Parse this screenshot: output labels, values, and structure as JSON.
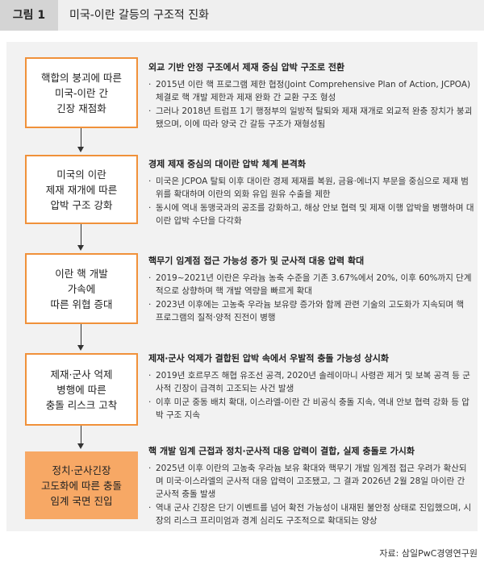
{
  "header": {
    "figure_label": "그림 1",
    "title": "미국-이란 갈등의 구조적 진화"
  },
  "steps": [
    {
      "box": "핵합의 붕괴에 따른\n미국-이란 간\n긴장 재점화",
      "heading": "외교 기반 안정 구조에서 제재 중심 압박 구조로 전환",
      "bullets": [
        "2015년 이란 핵 프로그램 제한 협정(Joint Comprehensive Plan of Action, JCPOA) 체결로 핵 개발 제한과 제재 완화 간 교환 구조 형성",
        "그러나 2018년 트럼프 1기 행정부의 일방적 탈퇴와 제재 재개로 외교적 완충 장치가 붕괴됐으며, 이에 따라 양국 간 갈등 구조가 재형성됨"
      ]
    },
    {
      "box": "미국의 이란\n제재 재개에 따른\n압박 구조 강화",
      "heading": "경제 제재 중심의 대이란 압박 체계 본격화",
      "bullets": [
        "미국은 JCPOA 탈퇴 이후 대이란 경제 제재를 복원, 금융·에너지 부문을 중심으로 제재 범위를 확대하며 이란의 외화 유입 원유 수출을 제한",
        "동시에 역내 동맹국과의 공조를 강화하고, 해상 안보 협력 및 제재 이행 압박을 병행하며 대이란 압박 수단을 다각화"
      ]
    },
    {
      "box": "이란 핵 개발\n가속에\n따른 위협 증대",
      "heading": "핵무기 임계점 접근 가능성 증가 및 군사적 대응 압력 확대",
      "bullets": [
        "2019~2021년 이란은 우라늄 농축 수준을 기존 3.67%에서 20%, 이후 60%까지 단계적으로 상향하며 핵 개발 역량을 빠르게 확대",
        "2023년 이후에는 고농축 우라늄 보유량 증가와 함께 관련 기술의 고도화가 지속되며 핵 프로그램의 질적·양적 진전이 병행"
      ]
    },
    {
      "box": "제재·군사 억제\n병행에 따른\n충돌 리스크 고착",
      "heading": "제재·군사 억제가 결합된 압박 속에서 우발적 충돌 가능성 상시화",
      "bullets": [
        "2019년 호르무즈 해협 유조선 공격, 2020년 솔레이마니 사령관 제거 및 보복 공격 등 군사적 긴장이 급격히 고조되는 사건 발생",
        "이후 미군 중동 배치 확대, 이스라엘-이란 간 비공식 충돌 지속, 역내 안보 협력 강화 등 압박 구조 지속"
      ]
    },
    {
      "box": "정치·군사긴장\n고도화에 따른 충돌\n임계 국면 진입",
      "heading": "핵 개발 임계 근접과 정치·군사적 대응 압력이 결합, 실제 충돌로 가시화",
      "bullets": [
        "2025년 이후 이란의 고농축 우라늄 보유 확대와 핵무기 개발 임계점 접근 우려가 확산되며 미국·이스라엘의 군사적 대응 압력이 고조됐고, 그 결과 2026년 2월 28일 마이란 간 군사적 충돌 발생",
        "역내 군사 긴장은 단기 이벤트를 넘어 확전 가능성이 내재된 불안정 상태로 진입했으며, 시장의 리스크 프리미엄과 경계 심리도 구조적으로 확대되는 양상"
      ]
    }
  ],
  "source": "자료: 삼일PwC경영연구원",
  "colors": {
    "box_border": "#f0913a",
    "box_highlight": "#f7a865",
    "panel_bg": "#f2f2f2",
    "header_bg": "#efefef"
  }
}
